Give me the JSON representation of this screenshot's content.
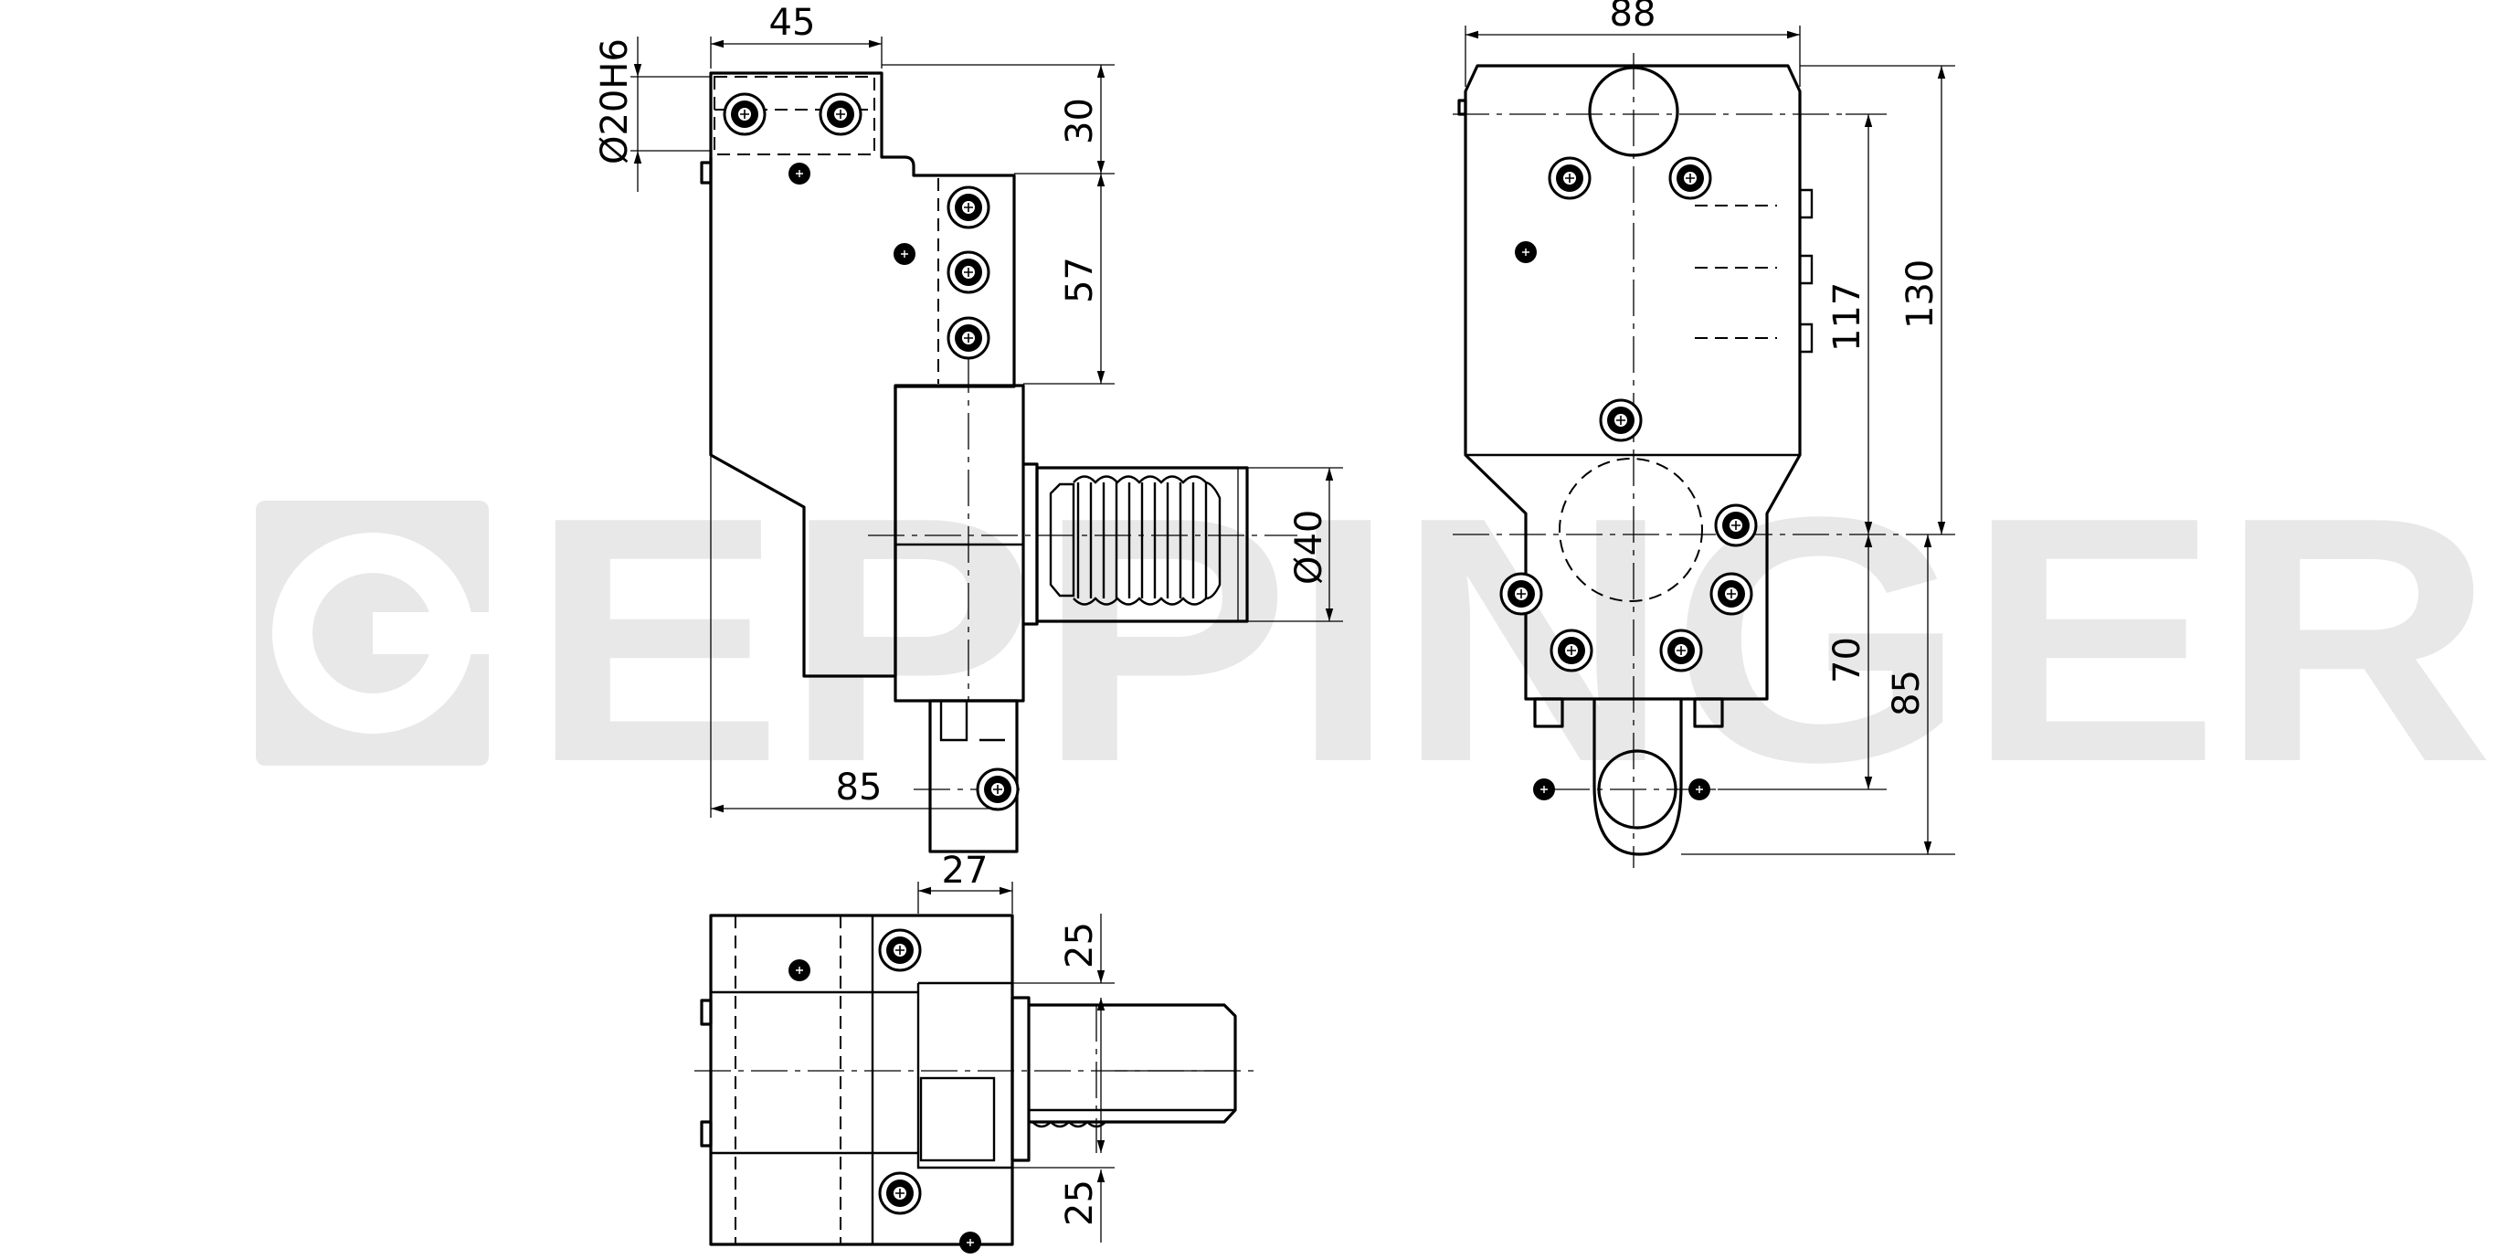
{
  "watermark": {
    "brand": "EPPINGER"
  },
  "front_view": {
    "dims": {
      "width_top": "45",
      "shaft_dia": "Ø20H6",
      "height_upper": "30",
      "height_flange": "57",
      "spindle_dia": "Ø40",
      "overall_length": "85"
    }
  },
  "side_view": {
    "dims": {
      "width": "88",
      "height_117": "117",
      "height_130": "130",
      "height_70": "70",
      "height_85": "85"
    }
  },
  "top_view": {
    "dims": {
      "offset": "27",
      "upper_25": "25",
      "lower_25": "25"
    }
  }
}
